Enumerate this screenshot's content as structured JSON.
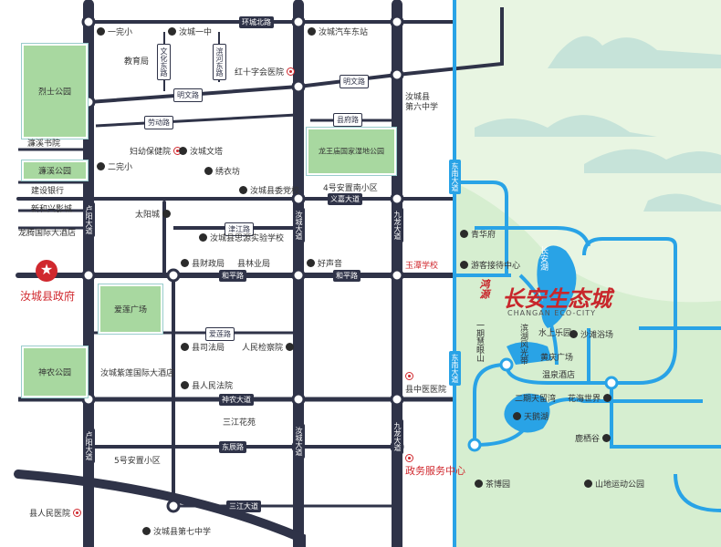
{
  "colors": {
    "road": "#2f3348",
    "water": "#29a3e6",
    "park": "#a8d8a0",
    "accent": "#d0282e",
    "eco": "#e3f3dc"
  },
  "roads": {
    "huancheng_north": "环城北路",
    "mingwen_west": "明文路",
    "mingwen_east": "明文路",
    "laodong": "劳动路",
    "xiangyuan": "县府路",
    "yizhen": "义嘉大道",
    "jinjiang": "津江路",
    "hezhan_w": "和平路",
    "hezhan_e": "和平路",
    "aiwan": "爱莲路",
    "shennong": "神农大道",
    "dongxin": "东辰路",
    "sanjiang": "三江大道",
    "wenhua": "文化东路",
    "binhe": "滨河东路",
    "luqiao_1": "卢阳大道",
    "luqiao_2": "卢阳大道",
    "ruicheng_1": "汝城大道",
    "ruicheng_2": "汝城大道",
    "jiulong_1": "九龙大道",
    "jiulong_2": "九龙大道",
    "east_1": "东南大道",
    "east_2": "东南大道"
  },
  "parks": {
    "lieshi": "烈士公园",
    "lianxi": "濂溪公园",
    "aiwan": "爱莲广场",
    "shennong": "神农公园",
    "longwang": "龙王庙国家湿地公园"
  },
  "government": "汝城县政府",
  "brand": {
    "cn": "长安生态城",
    "en": "CHANGAN ECO-CITY",
    "prefix": "鸿源"
  },
  "pois": [
    {
      "t": "一完小",
      "r": false
    },
    {
      "t": "汝城一中",
      "r": false
    },
    {
      "t": "汝城汽车东站",
      "r": false
    },
    {
      "t": "教育局",
      "r": false
    },
    {
      "t": "红十字会医院",
      "r": true
    },
    {
      "t": "汝城县\n第六中学",
      "r": false
    },
    {
      "t": "濂溪书院",
      "r": false
    },
    {
      "t": "妇幼保健院",
      "r": true
    },
    {
      "t": "汝城文塔",
      "r": false
    },
    {
      "t": "二完小",
      "r": false
    },
    {
      "t": "绣衣坊",
      "r": false
    },
    {
      "t": "建设银行",
      "r": false
    },
    {
      "t": "汝城县委党校",
      "r": false
    },
    {
      "t": "4号安置南小区",
      "r": false
    },
    {
      "t": "新和兴影城",
      "r": false
    },
    {
      "t": "太阳城",
      "r": false
    },
    {
      "t": "龙腾国际大酒店",
      "r": false
    },
    {
      "t": "汝城县思源实验学校",
      "r": false
    },
    {
      "t": "青华府",
      "r": false
    },
    {
      "t": "县财政局",
      "r": false
    },
    {
      "t": "县林业局",
      "r": false
    },
    {
      "t": "好声音",
      "r": false
    },
    {
      "t": "游客接待中心",
      "r": false
    },
    {
      "t": "玉潭学校",
      "r": true
    },
    {
      "t": "县司法局",
      "r": false
    },
    {
      "t": "人民检察院",
      "r": false
    },
    {
      "t": "汝城紫莲国际大酒店",
      "r": false
    },
    {
      "t": "县人民法院",
      "r": false
    },
    {
      "t": "县中医医院",
      "r": true
    },
    {
      "t": "三江花苑",
      "r": false
    },
    {
      "t": "5号安置小区",
      "r": false
    },
    {
      "t": "政务服务中心",
      "r": true
    },
    {
      "t": "县人民医院",
      "r": true
    },
    {
      "t": "汝城县第七中学",
      "r": false
    },
    {
      "t": "水上乐园",
      "r": false
    },
    {
      "t": "沙滩浴场",
      "r": false
    },
    {
      "t": "黄庆广场",
      "r": false
    },
    {
      "t": "温泉酒店",
      "r": false
    },
    {
      "t": "二期天留湾",
      "r": false
    },
    {
      "t": "花海世界",
      "r": false
    },
    {
      "t": "天鹅湖",
      "r": false
    },
    {
      "t": "鹿栖谷",
      "r": false
    },
    {
      "t": "茶博园",
      "r": false
    },
    {
      "t": "山地运动公园",
      "r": false
    }
  ],
  "scenic": {
    "lake": "长安湖",
    "park1": "一期慧眼山",
    "park2": "滨湖风光带"
  }
}
